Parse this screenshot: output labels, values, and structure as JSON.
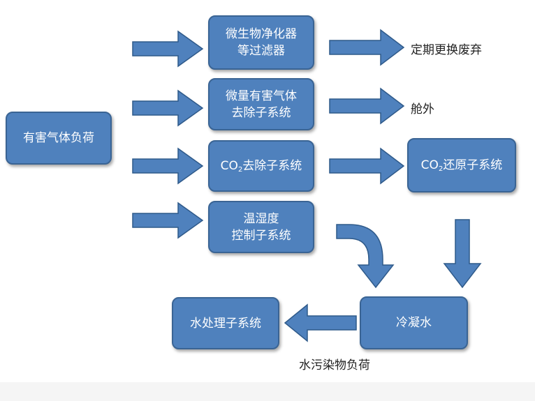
{
  "diagram": {
    "nodes": {
      "load": "有害气体负荷",
      "filter_l1": "微生物净化器",
      "filter_l2": "等过滤器",
      "trace_l1": "微量有害气体",
      "trace_l2": "去除子系统",
      "co2rem_a": "CO",
      "co2rem_sub": "2",
      "co2rem_b": "去除子系统",
      "temp_l1": "温湿度",
      "temp_l2": "控制子系统",
      "co2red_a": "CO",
      "co2red_sub": "2",
      "co2red_b": "还原子系统",
      "condensate": "冷凝水",
      "water": "水处理子系统"
    },
    "labels": {
      "replace": "定期更换废弃",
      "outboard": "舱外",
      "water_load": "水污染物负荷"
    },
    "colors": {
      "box_fill": "#4f81bd",
      "box_border": "#3a6494",
      "text": "#ffffff"
    }
  }
}
